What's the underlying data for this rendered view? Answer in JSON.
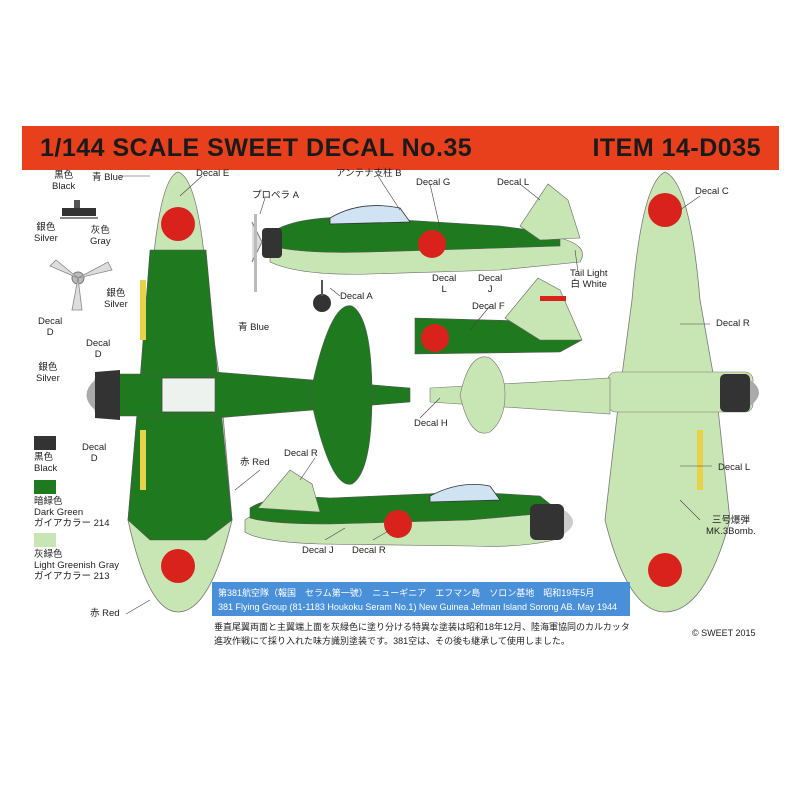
{
  "header": {
    "title": "1/144 SCALE SWEET DECAL No.35",
    "item": "ITEM 14-D035"
  },
  "colors": {
    "banner": "#e8401c",
    "dark_green": "#1f7a1f",
    "light_greenish_gray": "#c8e6b4",
    "hinomaru_red": "#d9221c",
    "black": "#333333",
    "caption_blue": "#4a90d9"
  },
  "labels": {
    "black_top": "黒色",
    "black_top_en": "Black",
    "silver_top": "銀色",
    "silver_top_en": "Silver",
    "gray_top": "灰色",
    "gray_top_en": "Gray",
    "blue_top": "青 Blue",
    "silver_prop": "銀色",
    "silver_prop_en": "Silver",
    "decal_d_1": "Decal",
    "decal_d_1b": "D",
    "decal_d_2": "Decal",
    "decal_d_2b": "D",
    "decal_d_3": "Decal",
    "decal_d_3b": "D",
    "silver_left": "銀色",
    "silver_left_en": "Silver",
    "decal_e": "Decal E",
    "propeller": "プロペラ A",
    "antenna": "アンテナ支柱 B",
    "decal_g": "Decal G",
    "decal_l_top": "Decal L",
    "decal_c": "Decal C",
    "tail_light": "Tail Light",
    "tail_light_jp": "白 White",
    "decal_a": "Decal A",
    "decal_l_mid": "Decal",
    "decal_l_midb": "L",
    "decal_j_mid": "Decal",
    "decal_j_midb": "J",
    "decal_f": "Decal F",
    "blue_mid": "青 Blue",
    "decal_r_right": "Decal R",
    "decal_h": "Decal  H",
    "red_mid": "赤 Red",
    "decal_r_bottom_top": "Decal R",
    "decal_l_right": "Decal L",
    "decal_j_bottom": "Decal J",
    "decal_r_bottom": "Decal R",
    "bomb": "三号爆弾",
    "bomb_en": "MK.3Bomb.",
    "red_bottom": "赤 Red"
  },
  "legend": [
    {
      "jp": "黒色",
      "en": "Black",
      "extra": "",
      "color": "#333333"
    },
    {
      "jp": "暗緑色",
      "en": "Dark Green",
      "extra": "ガイアカラー 214",
      "color": "#1f7a1f"
    },
    {
      "jp": "灰緑色",
      "en": "Light Greenish Gray",
      "extra": "ガイアカラー 213",
      "color": "#c8e6b4"
    }
  ],
  "caption": {
    "line1": "第381航空隊（報国　セラム第一號）　ニューギニア　エフマン島　ソロン基地　昭和19年5月",
    "line2": "381 Flying Group (81-1183 Houkoku Seram No.1)  New Guinea Jefman Island Sorong AB. May 1944"
  },
  "notes": {
    "line1": "垂直尾翼両面と主翼端上面を灰緑色に塗り分ける特異な塗装は昭和18年12月、陸海軍協同のカルカッタ",
    "line2": "進攻作戦にて採り入れた味方識別塗装です。381空は、その後も継承して使用しました。"
  },
  "copyright": "© SWEET 2015"
}
